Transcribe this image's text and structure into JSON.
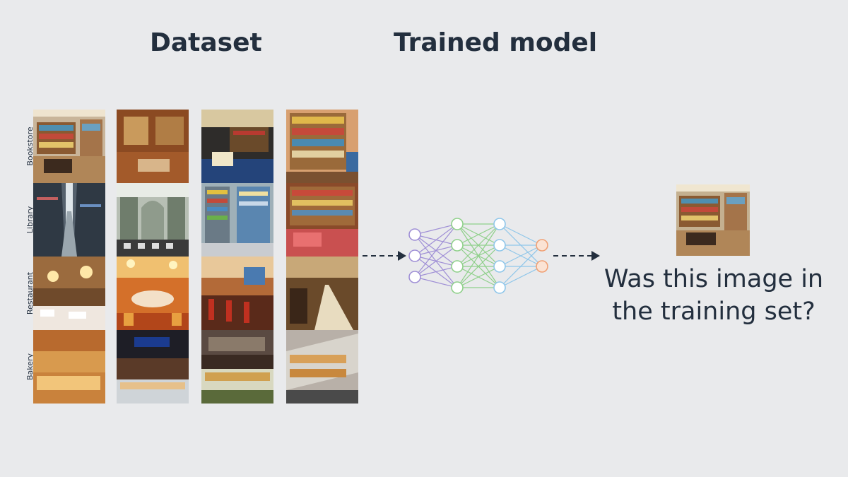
{
  "headings": {
    "dataset": "Dataset",
    "model": "Trained model"
  },
  "rows": [
    {
      "label": "Bookstore"
    },
    {
      "label": "Library"
    },
    {
      "label": "Restaurant"
    },
    {
      "label": "Bakery"
    }
  ],
  "question": "Was this image in the training set?",
  "colors": {
    "text": "#232f3e",
    "background": "#e9eaec",
    "input_nodes": "#9f8fd6",
    "hidden_nodes_1": "#8fd08a",
    "hidden_nodes_2": "#8ec6ea",
    "output_nodes": "#f0a074"
  }
}
